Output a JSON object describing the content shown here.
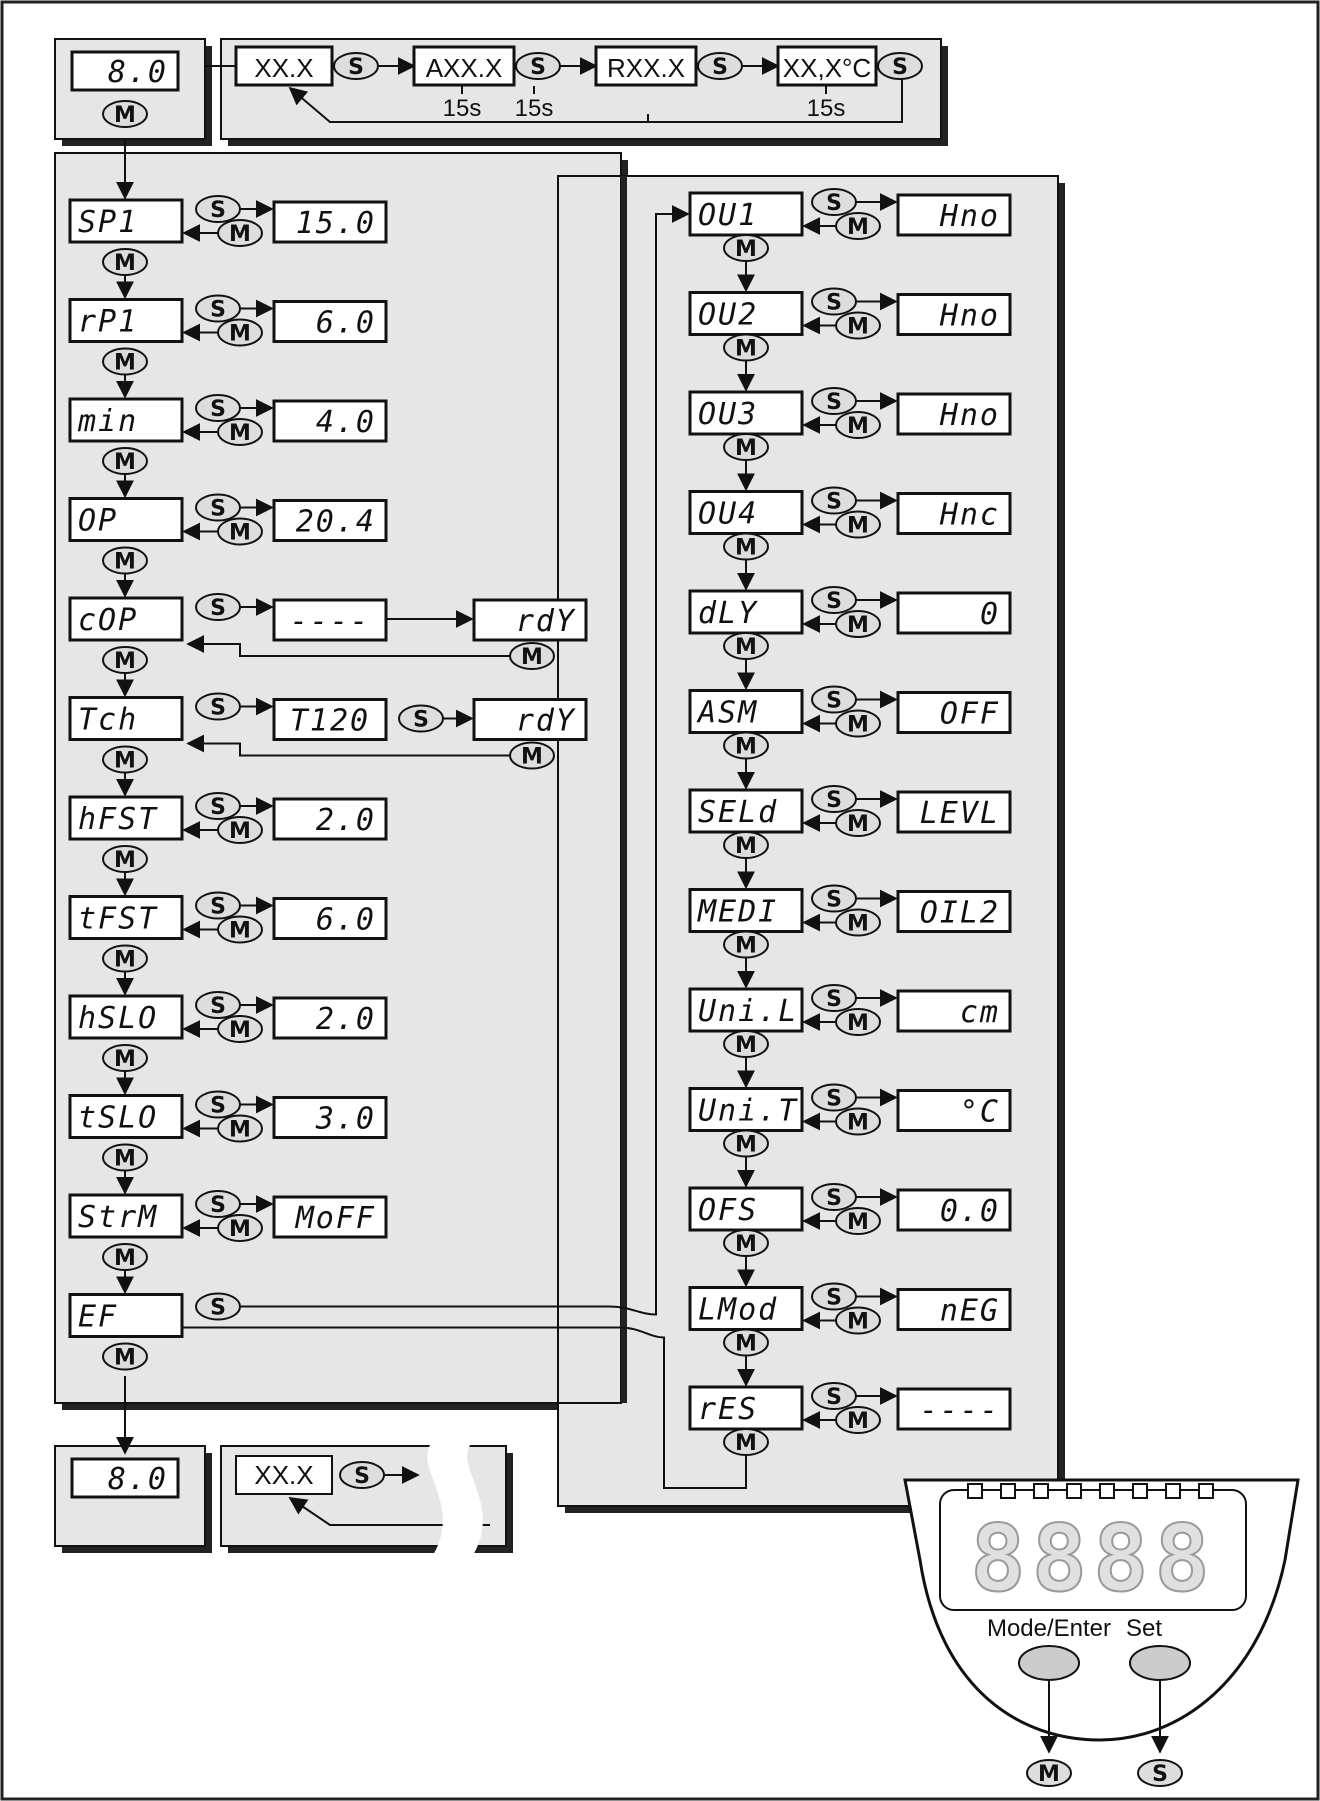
{
  "top": {
    "display": "8.0",
    "values": [
      "XX.X",
      "AXX.X",
      "RXX.X",
      "XX,X°C"
    ],
    "times": [
      "15s",
      "15s",
      "15s"
    ]
  },
  "bottom": {
    "display": "8.0",
    "value": "XX.X"
  },
  "buttons": {
    "s": "S",
    "m": "M"
  },
  "left_menu": [
    {
      "param": "SP1",
      "value": "15.0"
    },
    {
      "param": "rP1",
      "value": "6.0"
    },
    {
      "param": "min",
      "value": "4.0"
    },
    {
      "param": "OP",
      "value": "20.4"
    },
    {
      "param": "cOP",
      "value": "----",
      "final": "rdY"
    },
    {
      "param": "Tch",
      "value": "T120",
      "final": "rdY"
    },
    {
      "param": "hFST",
      "value": "2.0"
    },
    {
      "param": "tFST",
      "value": "6.0"
    },
    {
      "param": "hSLO",
      "value": "2.0"
    },
    {
      "param": "tSLO",
      "value": "3.0"
    },
    {
      "param": "StrM",
      "value": "MoFF"
    },
    {
      "param": "EF",
      "value": ""
    }
  ],
  "right_menu": [
    {
      "param": "OU1",
      "value": "Hno"
    },
    {
      "param": "OU2",
      "value": "Hno"
    },
    {
      "param": "OU3",
      "value": "Hno"
    },
    {
      "param": "OU4",
      "value": "Hnc"
    },
    {
      "param": "dLY",
      "value": "0"
    },
    {
      "param": "ASM",
      "value": "OFF"
    },
    {
      "param": "SELd",
      "value": "LEVL"
    },
    {
      "param": "MEDI",
      "value": "OIL2"
    },
    {
      "param": "Uni.L",
      "value": "cm"
    },
    {
      "param": "Uni.T",
      "value": "°C"
    },
    {
      "param": "OFS",
      "value": "0.0"
    },
    {
      "param": "LMod",
      "value": "nEG"
    },
    {
      "param": "rES",
      "value": "----"
    }
  ],
  "device": {
    "display": "8888",
    "mode_label": "Mode/Enter",
    "set_label": "Set"
  }
}
